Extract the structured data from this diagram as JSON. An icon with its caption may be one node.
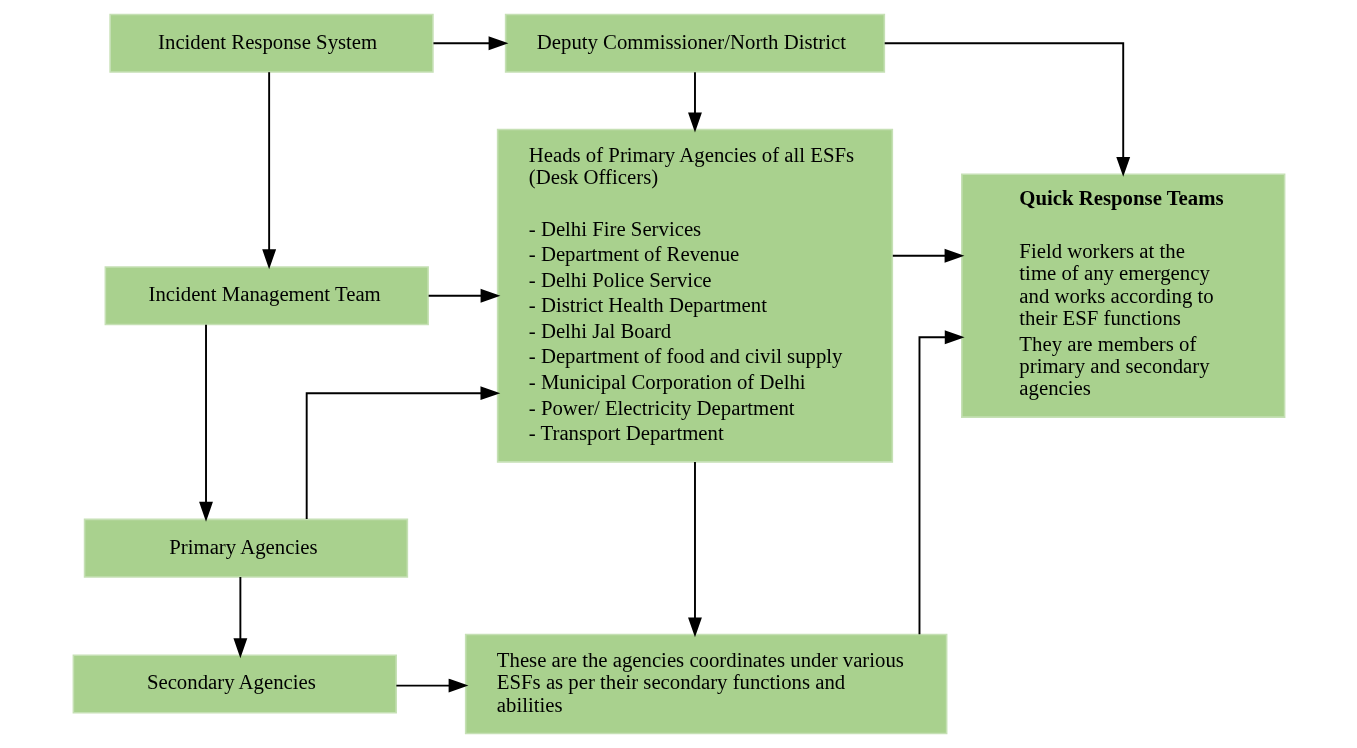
{
  "diagram": {
    "nodes": [
      {
        "text": [
          "Incident Response System"
        ]
      },
      {
        "text": [
          "Deputy Commissioner/North District"
        ]
      },
      {
        "text": [
          "Incident Management Team"
        ]
      },
      {
        "text": [
          "Heads of Primary Agencies of all ESFs (Desk Officers)",
          "- Delhi Fire Services",
          "- Department of Revenue",
          "- Delhi Police Service",
          "- District Health Department",
          "- Delhi Jal Board",
          "- Department of food and civil supply",
          "- Municipal Corporation of Delhi",
          "- Power/ Electricity Department",
          "- Transport Department"
        ]
      },
      {
        "text": [
          "Quick Response Teams",
          "Field workers at the time of any emergency and works according to their ESF functions",
          "They are members of primary and secondary agencies"
        ]
      },
      {
        "text": [
          "Primary Agencies"
        ]
      },
      {
        "text": [
          "Secondary Agencies"
        ]
      },
      {
        "text": [
          "These are the agencies coordinates under various ESFs as per their secondary functions and abilities"
        ]
      }
    ],
    "edges": [
      {
        "from": 0,
        "to": 1,
        "arrow": "to"
      },
      {
        "from": 0,
        "to": 2,
        "arrow": "to"
      },
      {
        "from": 1,
        "to": 3,
        "arrow": "to"
      },
      {
        "from": 1,
        "to": 4,
        "arrow": "to"
      },
      {
        "from": 2,
        "to": 3,
        "arrow": "to"
      },
      {
        "from": 2,
        "to": 5,
        "arrow": "to"
      },
      {
        "from": 3,
        "to": 4,
        "arrow": "to"
      },
      {
        "from": 5,
        "to": 3,
        "arrow": "to"
      },
      {
        "from": 5,
        "to": 6,
        "arrow": "to"
      },
      {
        "from": 3,
        "to": 7,
        "arrow": "to"
      },
      {
        "from": 6,
        "to": 7,
        "arrow": "to"
      },
      {
        "from": 7,
        "to": 4,
        "arrow": "to"
      }
    ]
  }
}
